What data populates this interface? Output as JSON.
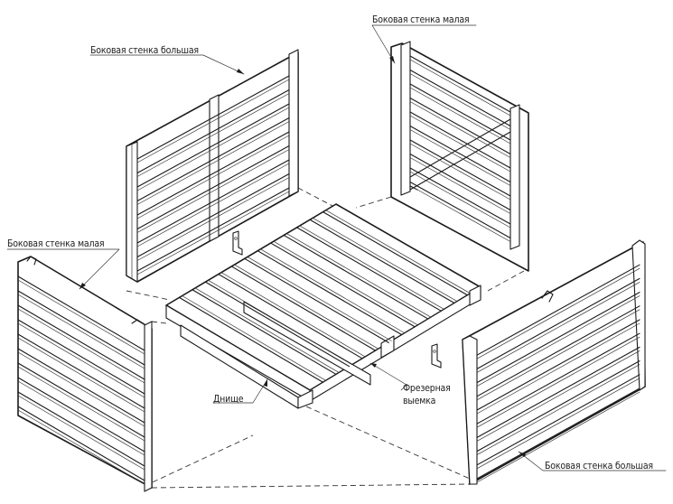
{
  "labels": {
    "side_large_top": "Боковая стенка большая",
    "side_small_top": "Боковая стенка малая",
    "side_small_left": "Боковая стенка малая",
    "bottom": "Днище",
    "groove_line1": "Фрезерная",
    "groove_line2": "выемка",
    "side_large_bottom": "Боковая стенка большая"
  },
  "colors": {
    "line": "#1a1a1a",
    "background": "#ffffff"
  }
}
